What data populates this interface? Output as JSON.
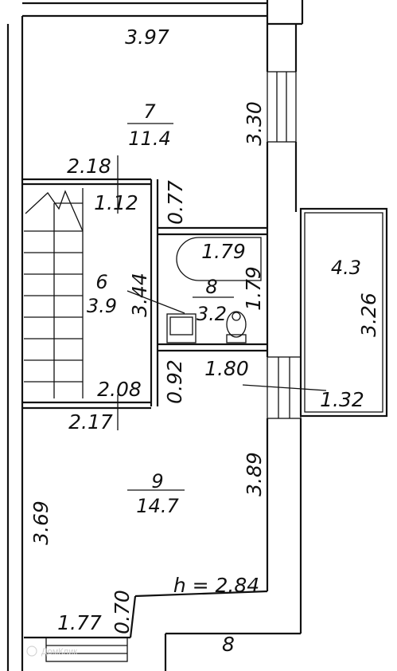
{
  "plan": {
    "rooms": [
      {
        "id": "r7",
        "number": "7",
        "area": "11.4"
      },
      {
        "id": "r6",
        "number": "6",
        "area": "3.9"
      },
      {
        "id": "r8",
        "number": "8",
        "area": "3.2"
      },
      {
        "id": "r9",
        "number": "9",
        "area": "14.7"
      },
      {
        "id": "r4",
        "number": "4.3",
        "area": ""
      }
    ],
    "dimensions": {
      "d_397": "3.97",
      "d_330": "3.30",
      "d_218": "2.18",
      "d_112": "1.12",
      "d_077": "0.77",
      "d_179a": "1.79",
      "d_179b": "1.79",
      "d_344": "3.44",
      "d_326": "3.26",
      "d_180": "1.80",
      "d_092": "0.92",
      "d_208": "2.08",
      "d_217": "2.17",
      "d_132": "1.32",
      "d_389": "3.89",
      "d_369": "3.69",
      "d_070": "0.70",
      "d_177": "1.77"
    },
    "height_note": "h = 2.84",
    "stair_note": "8",
    "watermark": "ДомКлик"
  }
}
